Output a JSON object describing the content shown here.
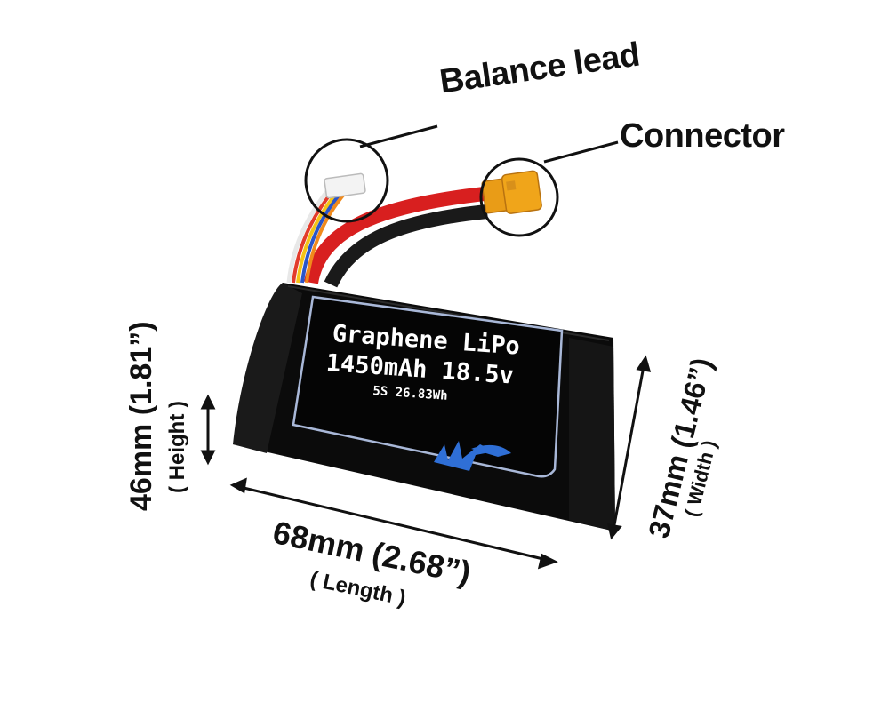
{
  "callouts": {
    "balance_lead": "Balance lead",
    "connector": "Connector"
  },
  "battery_label": {
    "title": "Graphene LiPo",
    "capacity_voltage": "1450mAh 18.5v",
    "spec": "5S 26.83Wh"
  },
  "dimensions": {
    "length": {
      "value": "68mm (2.68”)",
      "label": "( Length )"
    },
    "height": {
      "value": "46mm (1.81”)",
      "label": "( Height )"
    },
    "width": {
      "value": "37mm (1.46”)",
      "label": "( Width )"
    }
  },
  "colors": {
    "battery_body": "#0b0b0b",
    "label_border": "#a9b8d8",
    "logo": "#2f6fd6",
    "red_wire": "#d81f1f",
    "connector_yellow": "#f0a51a"
  }
}
